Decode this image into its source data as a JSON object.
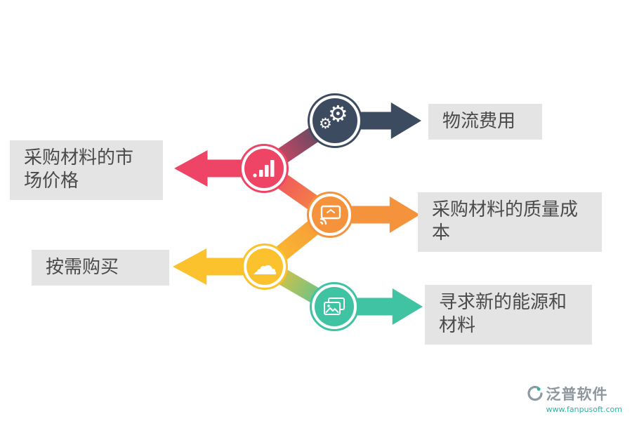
{
  "diagram": {
    "items": [
      {
        "label": "物流费用",
        "color": "#3c4b60",
        "side": "right",
        "icon": "gears"
      },
      {
        "label": "采购材料的市场价格",
        "color": "#ee4566",
        "side": "left",
        "icon": "bar-chart"
      },
      {
        "label": "采购材料的质量成本",
        "color": "#f5933d",
        "side": "right",
        "icon": "cast-screen"
      },
      {
        "label": "按需购买",
        "color": "#fcc22d",
        "side": "left",
        "icon": "cloud"
      },
      {
        "label": "寻求新的能源和材料",
        "color": "#3fc3a3",
        "side": "right",
        "icon": "gallery"
      }
    ],
    "label_bg": "#e4e4e4",
    "label_text_color": "#4a4a4a"
  },
  "icons": {
    "gear": "⚙",
    "cloud": "☁"
  },
  "footer": {
    "brand": "泛普软件",
    "url": "www.fanpusoft.com",
    "brand_color": "#8e979e",
    "url_color": "#2fb3a3"
  }
}
